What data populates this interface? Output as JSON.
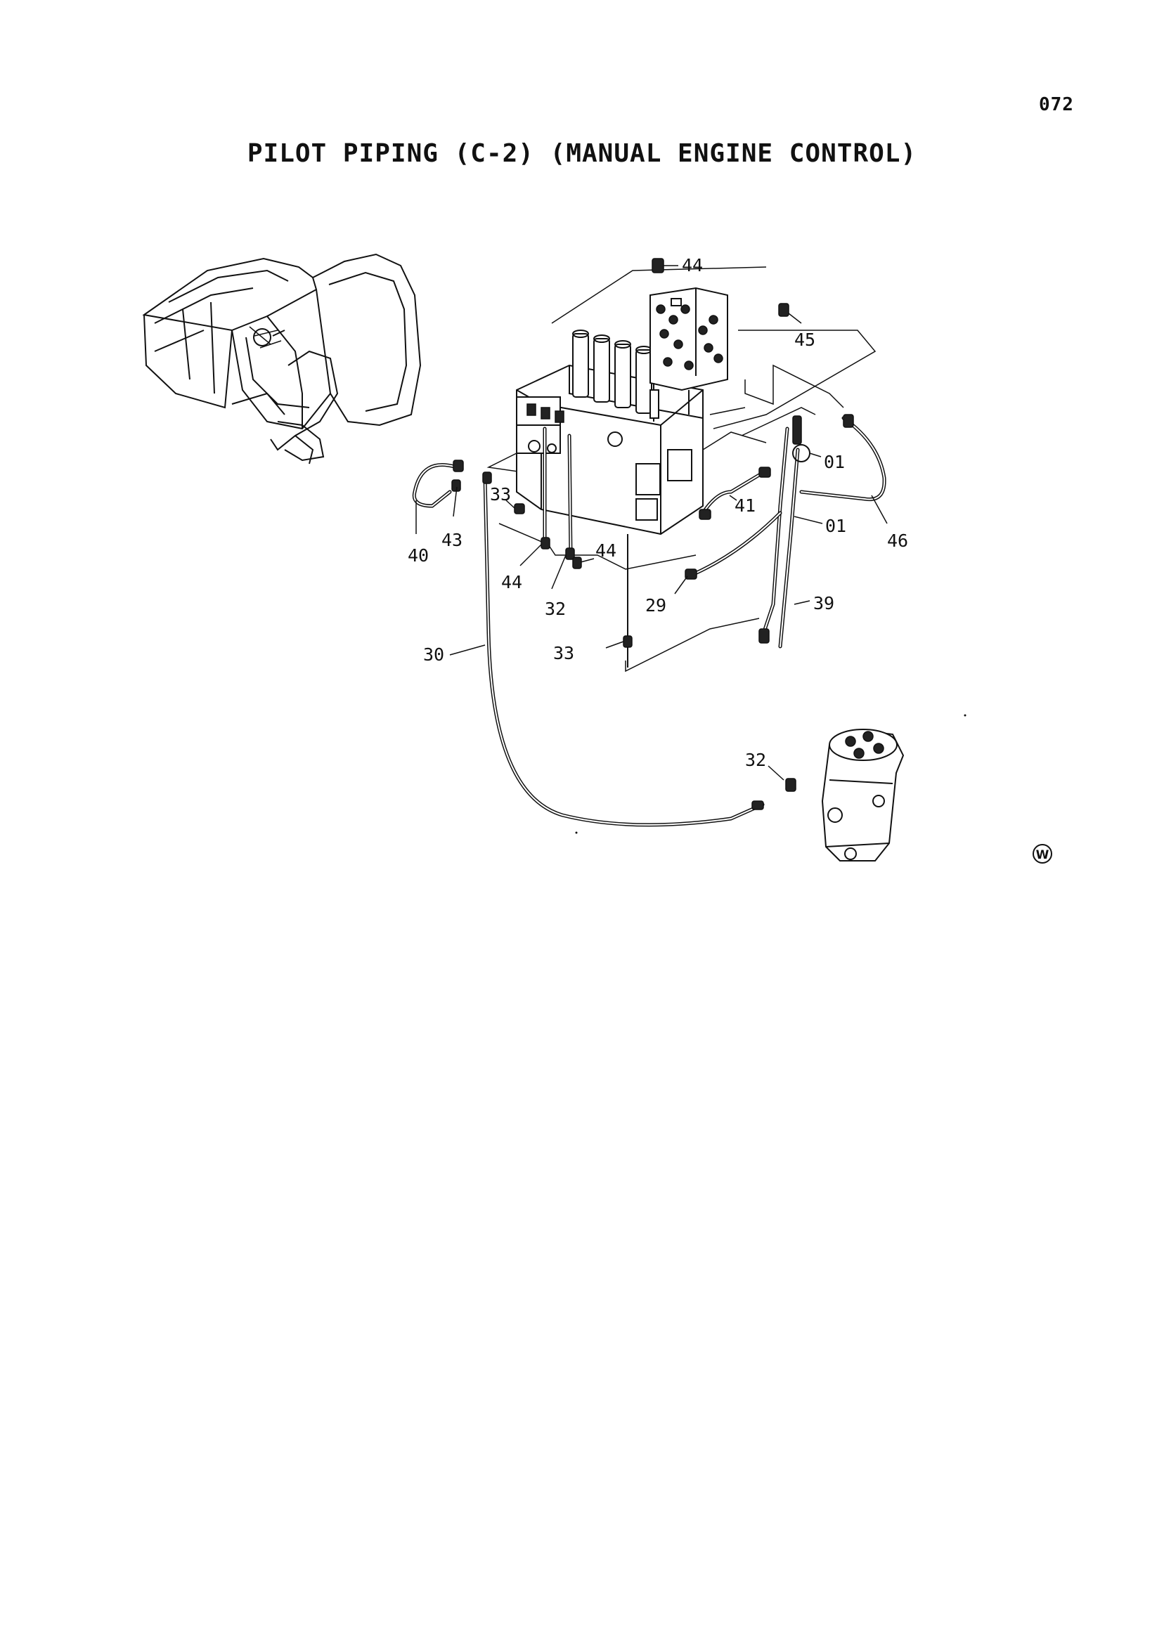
{
  "page_number": "072",
  "title": "PILOT PIPING (C-2) (MANUAL ENGINE CONTROL)",
  "mark": "W",
  "callouts": [
    "44",
    "45",
    "01",
    "01",
    "46",
    "41",
    "39",
    "29",
    "33",
    "33",
    "44",
    "32",
    "44",
    "43",
    "40",
    "30",
    "32"
  ]
}
